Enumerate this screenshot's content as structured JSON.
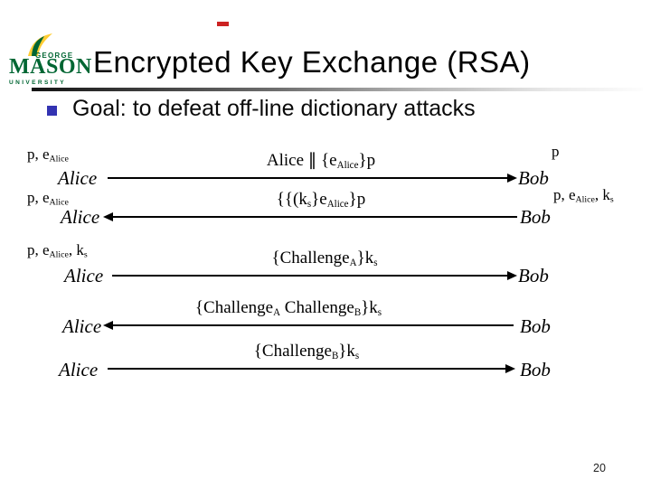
{
  "slide": {
    "title": "Encrypted Key Exchange (RSA)",
    "bullet": "Goal: to defeat off-line dictionary attacks",
    "page_number": "20"
  },
  "logo": {
    "line1": "GEORGE",
    "line2": "MASON",
    "line3": "UNIVERSITY"
  },
  "colors": {
    "logo_green": "#006633",
    "logo_gold": "#ffcc33",
    "bullet_blue": "#3333b2",
    "accent_red": "#cc2222"
  },
  "diagram": {
    "rows": [
      {
        "left_state": [
          {
            "t": "p, e"
          },
          {
            "t": "Alice",
            "sub": true
          }
        ],
        "left_actor": "Alice",
        "message": [
          {
            "t": "Alice ∥ {e"
          },
          {
            "t": "Alice",
            "sub": true
          },
          {
            "t": "}p"
          }
        ],
        "direction": "right",
        "right_state": [
          {
            "t": "p"
          }
        ],
        "right_actor": "Bob"
      },
      {
        "left_state": [
          {
            "t": "p, e"
          },
          {
            "t": "Alice",
            "sub": true
          }
        ],
        "left_actor": "Alice",
        "message": [
          {
            "t": "{{(k"
          },
          {
            "t": "s",
            "sub": true
          },
          {
            "t": "}e"
          },
          {
            "t": "Alice",
            "sub": true
          },
          {
            "t": "}p"
          }
        ],
        "direction": "left",
        "right_state": [
          {
            "t": "p, e"
          },
          {
            "t": "Alice",
            "sub": true
          },
          {
            "t": ", k"
          },
          {
            "t": "s",
            "sub": true
          }
        ],
        "right_actor": "Bob"
      },
      {
        "left_state": [
          {
            "t": "p, e"
          },
          {
            "t": "Alice",
            "sub": true
          },
          {
            "t": ", k"
          },
          {
            "t": "s",
            "sub": true
          }
        ],
        "left_actor": "Alice",
        "message": [
          {
            "t": "{Challenge"
          },
          {
            "t": "A",
            "sub": true
          },
          {
            "t": "}k"
          },
          {
            "t": "s",
            "sub": true
          }
        ],
        "direction": "right",
        "right_actor": "Bob"
      },
      {
        "left_actor": "Alice",
        "message": [
          {
            "t": "{Challenge"
          },
          {
            "t": "A",
            "sub": true
          },
          {
            "t": " Challenge"
          },
          {
            "t": "B",
            "sub": true
          },
          {
            "t": "}k"
          },
          {
            "t": "s",
            "sub": true
          }
        ],
        "direction": "left",
        "right_actor": "Bob"
      },
      {
        "left_actor": "Alice",
        "message": [
          {
            "t": "{Challenge"
          },
          {
            "t": "B",
            "sub": true
          },
          {
            "t": "}k"
          },
          {
            "t": "s",
            "sub": true
          }
        ],
        "direction": "right",
        "right_actor": "Bob"
      }
    ]
  }
}
